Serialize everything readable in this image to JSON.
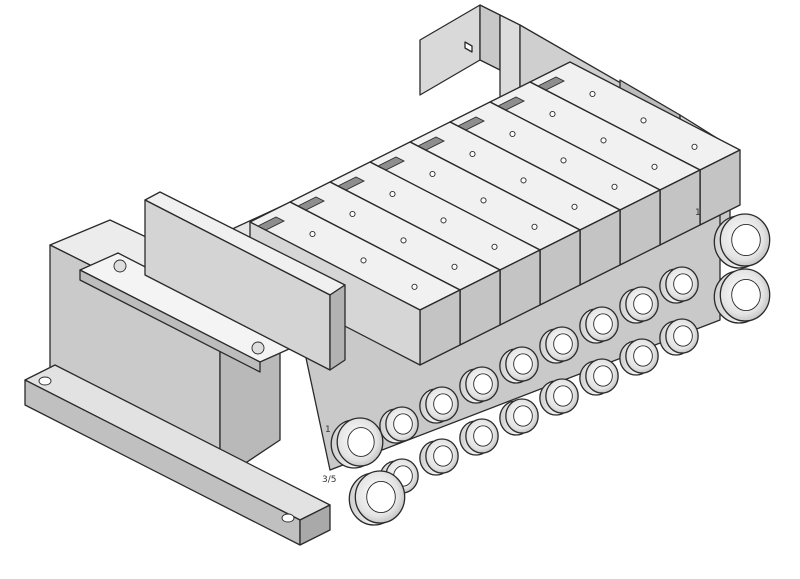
{
  "image": {
    "subject": "valve-manifold",
    "colors": {
      "top": "#f1f1f1",
      "side": "#d6d6d6",
      "front": "#c4c4c4",
      "dark": "#8e8e8e",
      "edge": "#2a2a2a",
      "background": "#ffffff"
    }
  },
  "valve_count": 8,
  "fitting_rows": 2,
  "port_labels": {
    "left_upper": "1",
    "left_lower": "3/5",
    "right_upper": "1"
  }
}
